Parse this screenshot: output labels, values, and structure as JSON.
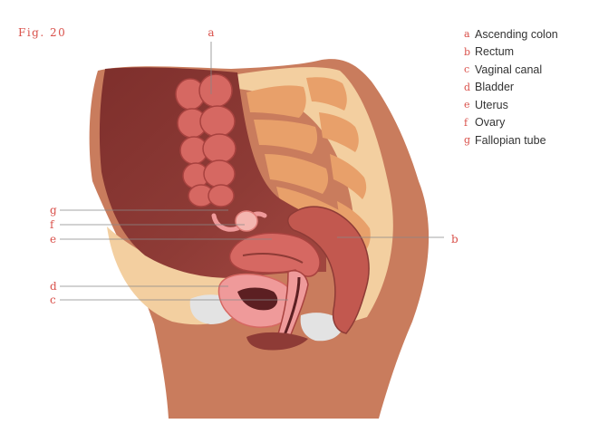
{
  "figure_label": "Fig. 20",
  "legend": [
    {
      "key": "a",
      "label": "Ascending colon"
    },
    {
      "key": "b",
      "label": "Rectum"
    },
    {
      "key": "c",
      "label": "Vaginal canal"
    },
    {
      "key": "d",
      "label": "Bladder"
    },
    {
      "key": "e",
      "label": "Uterus"
    },
    {
      "key": "f",
      "label": "Ovary"
    },
    {
      "key": "g",
      "label": "Fallopian tube"
    }
  ],
  "colors": {
    "accent": "#d9504a",
    "body": "#c97c5d",
    "cavity": "#8e3b36",
    "fat": "#f3cfa0",
    "bone": "#e8a06a",
    "organ": "#d66862",
    "organ_pink": "#ef9a9a",
    "dark": "#5c1f22"
  }
}
